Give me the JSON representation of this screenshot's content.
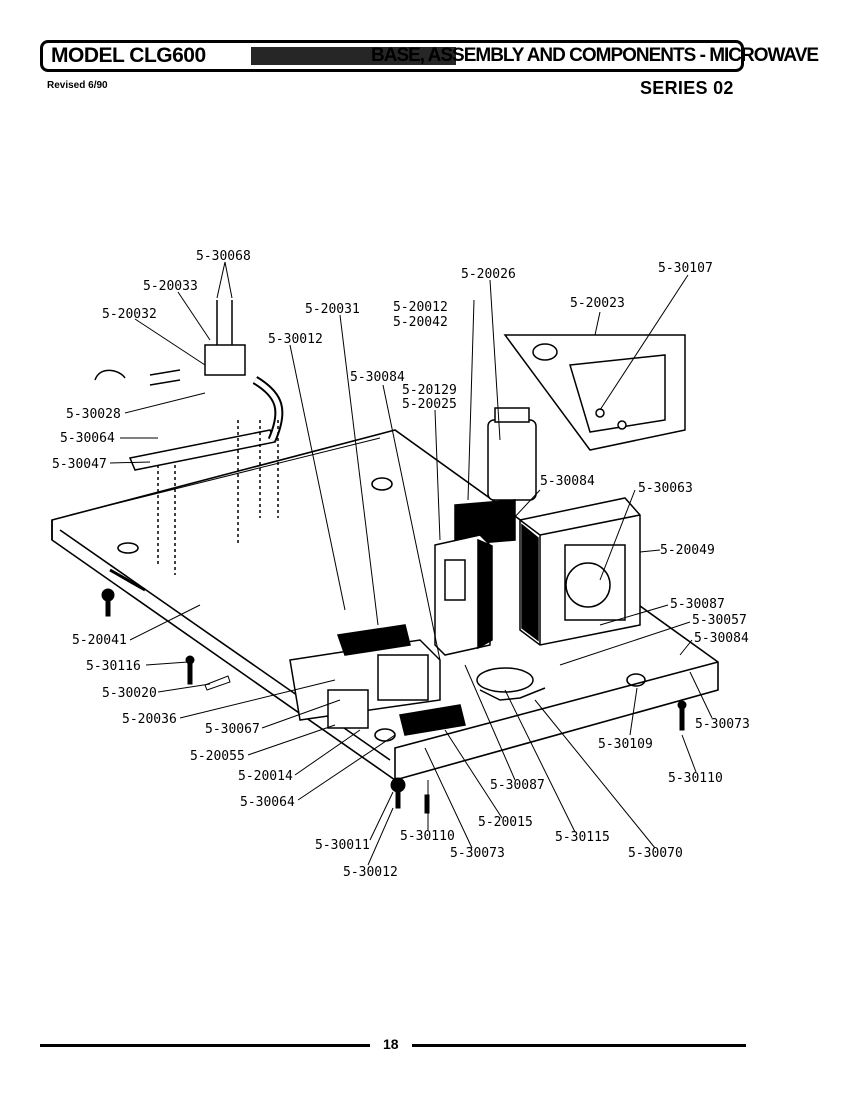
{
  "header": {
    "model": "MODEL CLG600",
    "section": "BASE, ASSEMBLY AND COMPONENTS - MICROWAVE",
    "revised": "Revised 6/90",
    "series": "SERIES 02"
  },
  "labels": {
    "l1": "5-30068",
    "l2": "5-20033",
    "l3": "5-20032",
    "l4": "5-20031",
    "l5": "5-30012",
    "l6": "5-20012",
    "l7": "5-20042",
    "l8": "5-20026",
    "l9": "5-30107",
    "l10": "5-20023",
    "l11": "5-30084",
    "l12": "5-20129",
    "l13": "5-20025",
    "l14": "5-30028",
    "l15": "5-30064",
    "l16": "5-30047",
    "l17": "5-30084",
    "l18": "5-30063",
    "l19": "5-20049",
    "l20": "5-30087",
    "l21": "5-30057",
    "l22": "5-30084",
    "l23": "5-20041",
    "l24": "5-30116",
    "l25": "5-30020",
    "l26": "5-20036",
    "l27": "5-30067",
    "l28": "5-20055",
    "l29": "5-20014",
    "l30": "5-30064",
    "l31": "5-30109",
    "l32": "5-30073",
    "l33": "5-30110",
    "l34": "5-30087",
    "l35": "5-20015",
    "l36": "5-30011",
    "l37": "5-30110",
    "l38": "5-30073",
    "l39": "5-30115",
    "l40": "5-30070",
    "l41": "5-30012"
  },
  "footer": {
    "page": "18"
  }
}
